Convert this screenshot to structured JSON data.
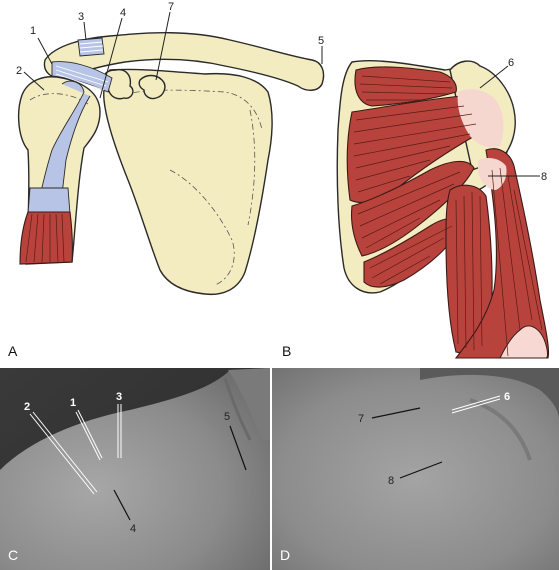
{
  "panels": {
    "a": "A",
    "b": "B",
    "c": "C",
    "d": "D"
  },
  "labels_a": {
    "l1": "1",
    "l2": "2",
    "l3": "3",
    "l4": "4",
    "l5": "5",
    "l7": "7"
  },
  "labels_b": {
    "l6": "6",
    "l8": "8"
  },
  "labels_c": {
    "l1": "1",
    "l2": "2",
    "l3": "3",
    "l4": "4",
    "l5": "5"
  },
  "labels_d": {
    "l6": "6",
    "l7": "7",
    "l8": "8"
  },
  "colors": {
    "bone": "#f3ecc0",
    "ligament": "#b8c4e6",
    "muscle": "#b8433c",
    "photo_skin": "#8a8a8a"
  }
}
